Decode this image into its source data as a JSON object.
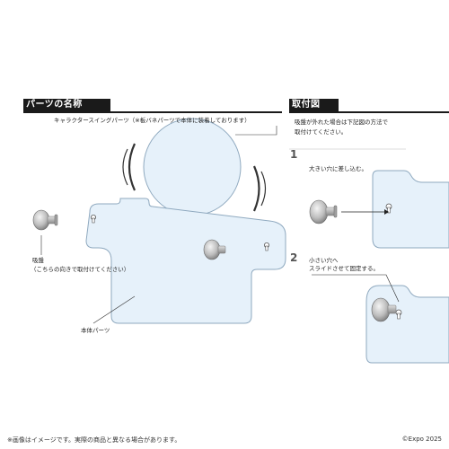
{
  "left_section": {
    "title": "パーツの名称",
    "swing_label": "キャラクタースイングパーツ（※板バネパーツで本体に装着しております）",
    "suction_label": "吸盤",
    "suction_note": "（こちらの向きで取付けてください）",
    "body_label": "本体パーツ"
  },
  "right_section": {
    "title": "取付図",
    "intro_line1": "吸盤が外れた場合は下記図の方法で",
    "intro_line2": "取付けてください。",
    "step1_number": "1",
    "step1_text": "大きい穴に差し込む。",
    "step2_number": "2",
    "step2_line1": "小さい穴へ",
    "step2_line2": "スライドさせて固定する。"
  },
  "footer": {
    "disclaimer": "※画像はイメージです。実際の商品と異なる場合があります。",
    "copyright": "©Expo 2025"
  }
}
